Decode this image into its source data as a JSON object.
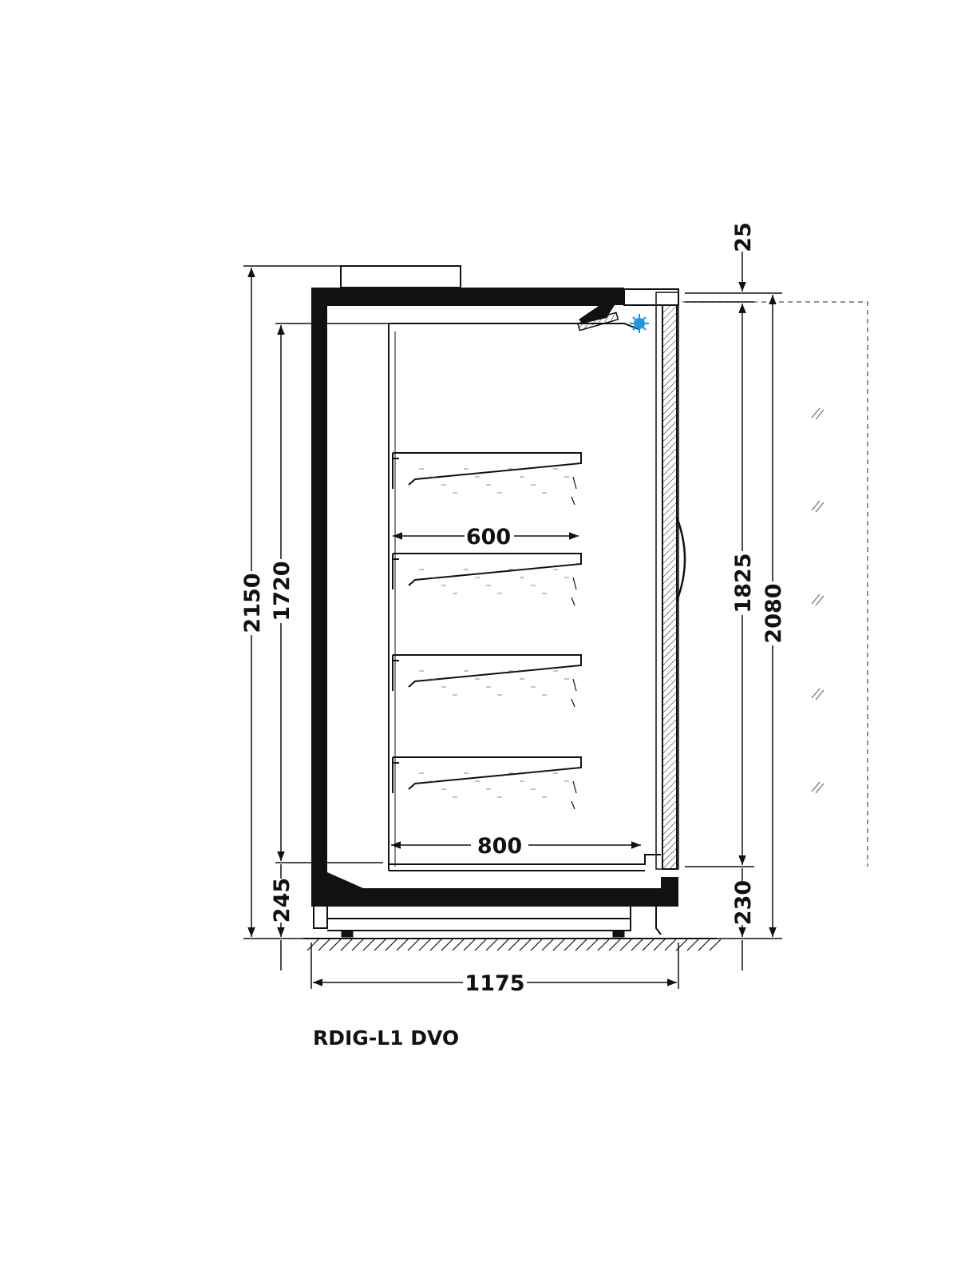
{
  "drawing": {
    "model_title": "RDIG-L1 DVO",
    "dimensions": {
      "total_height": "2150",
      "interior_height": "1720",
      "base_height_left": "245",
      "top_offset": "25",
      "door_opening_height": "1825",
      "door_height": "2080",
      "base_height_right": "230",
      "total_depth": "1175",
      "shelf_depth": "600",
      "bottom_deck_depth": "800"
    },
    "colors": {
      "line": "#111111",
      "evaporator_fan": "#1a9be0"
    }
  }
}
